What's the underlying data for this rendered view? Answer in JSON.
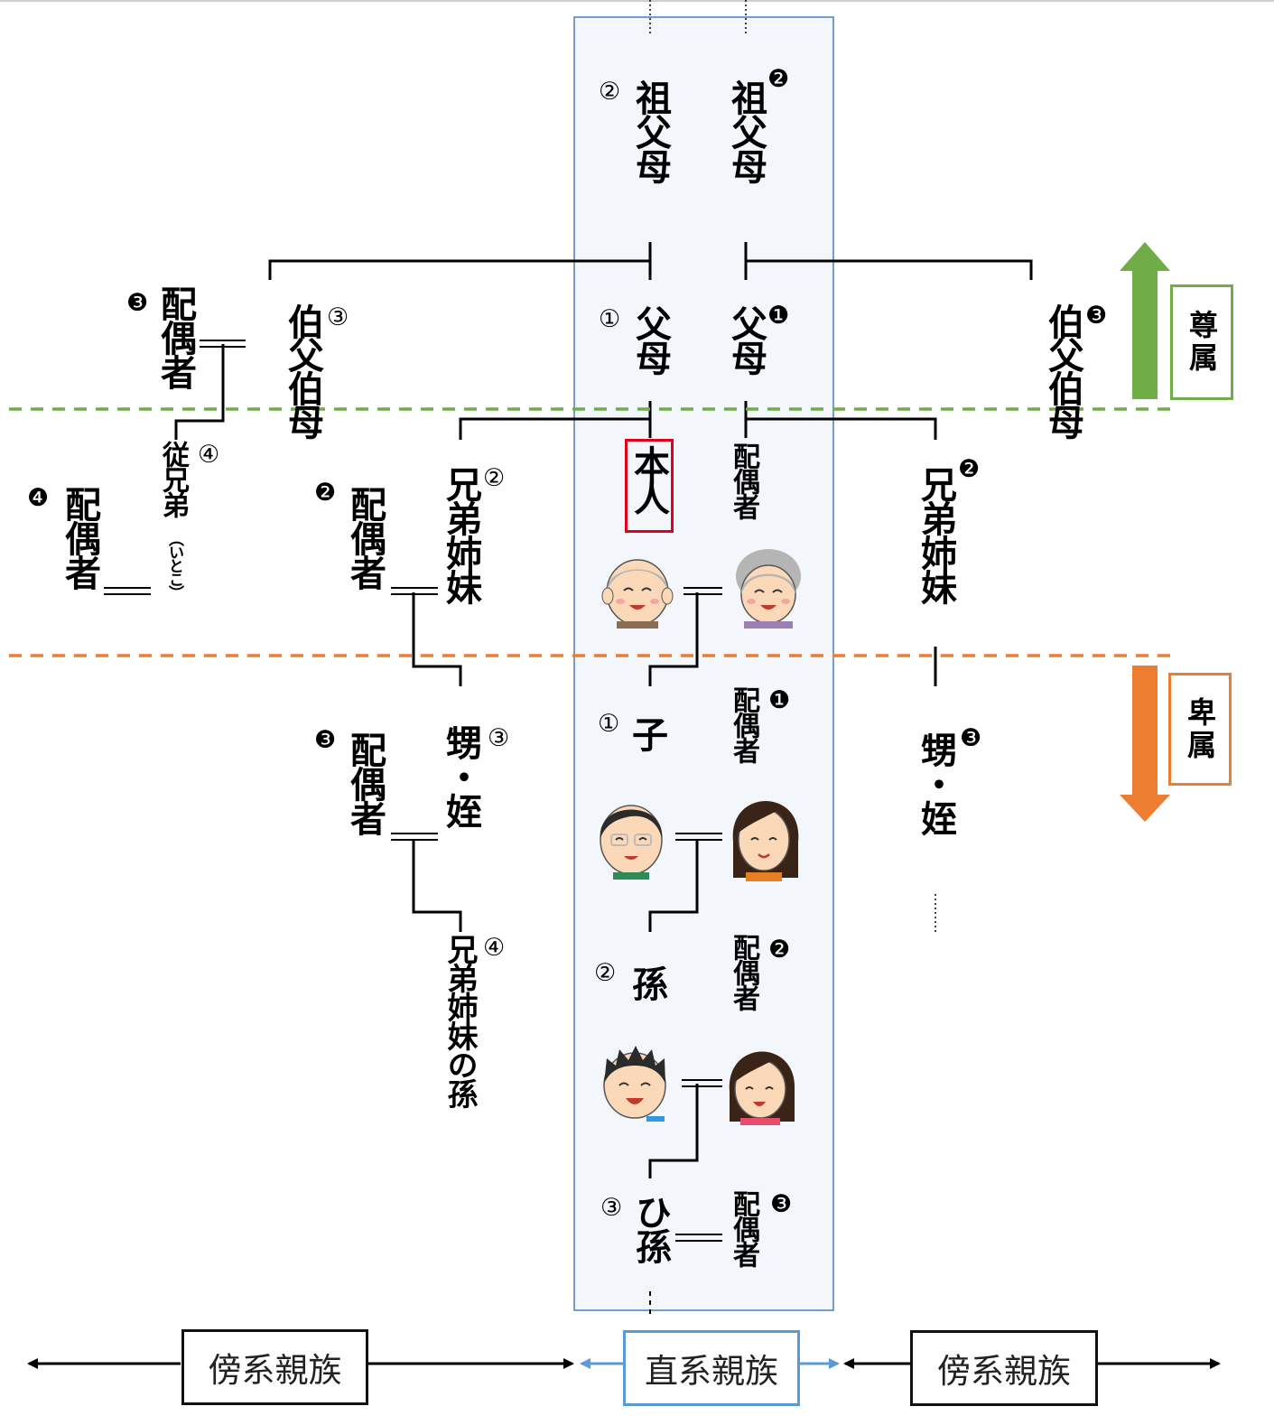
{
  "colors": {
    "lineal_column_fill": "#f3f7fb",
    "lineal_column_border": "#4a7ebb",
    "ascendant_green": "#70ad47",
    "descendant_orange": "#ed7d31",
    "self_box_red": "#e0001b",
    "bottom_lineal_blue": "#5b9bd5"
  },
  "marks": {
    "c1": "①",
    "c2": "②",
    "c3": "③",
    "c4": "④",
    "b1": "❶",
    "b2": "❷",
    "b3": "❸",
    "b4": "❹"
  },
  "labels": {
    "grandparents_blood": "祖父母",
    "grandparents_affinity": "祖父母",
    "parents_blood": "父母",
    "parents_affinity": "父母",
    "uncle_aunt_left": "伯父伯母",
    "uncle_aunt_right": "伯父伯母",
    "spouse_uncle_left": "配偶者",
    "self": "本人",
    "spouse_self": "配偶者",
    "cousin": "従兄弟",
    "cousin_reading": "（いとこ）",
    "spouse_cousin": "配偶者",
    "siblings_left": "兄弟姉妹",
    "spouse_siblings_left": "配偶者",
    "siblings_right": "兄弟姉妹",
    "child": "子",
    "spouse_child": "配偶者",
    "nephew_niece_left": "甥・姪",
    "spouse_nephew_left": "配偶者",
    "nephew_niece_right": "甥・姪",
    "grandchild": "孫",
    "spouse_grandchild": "配偶者",
    "siblings_grandchild": "兄弟姉妹の孫",
    "great_grandchild": "ひ孫",
    "spouse_great_grandchild": "配偶者"
  },
  "sidebar": {
    "ascendant": "尊属",
    "descendant": "卑属"
  },
  "bottom": {
    "collateral_left": "傍系親族",
    "lineal": "直系親族",
    "collateral_right": "傍系親族"
  },
  "faces": [
    "elderly-man",
    "elderly-woman",
    "man-with-glasses",
    "woman",
    "boy",
    "girl"
  ]
}
